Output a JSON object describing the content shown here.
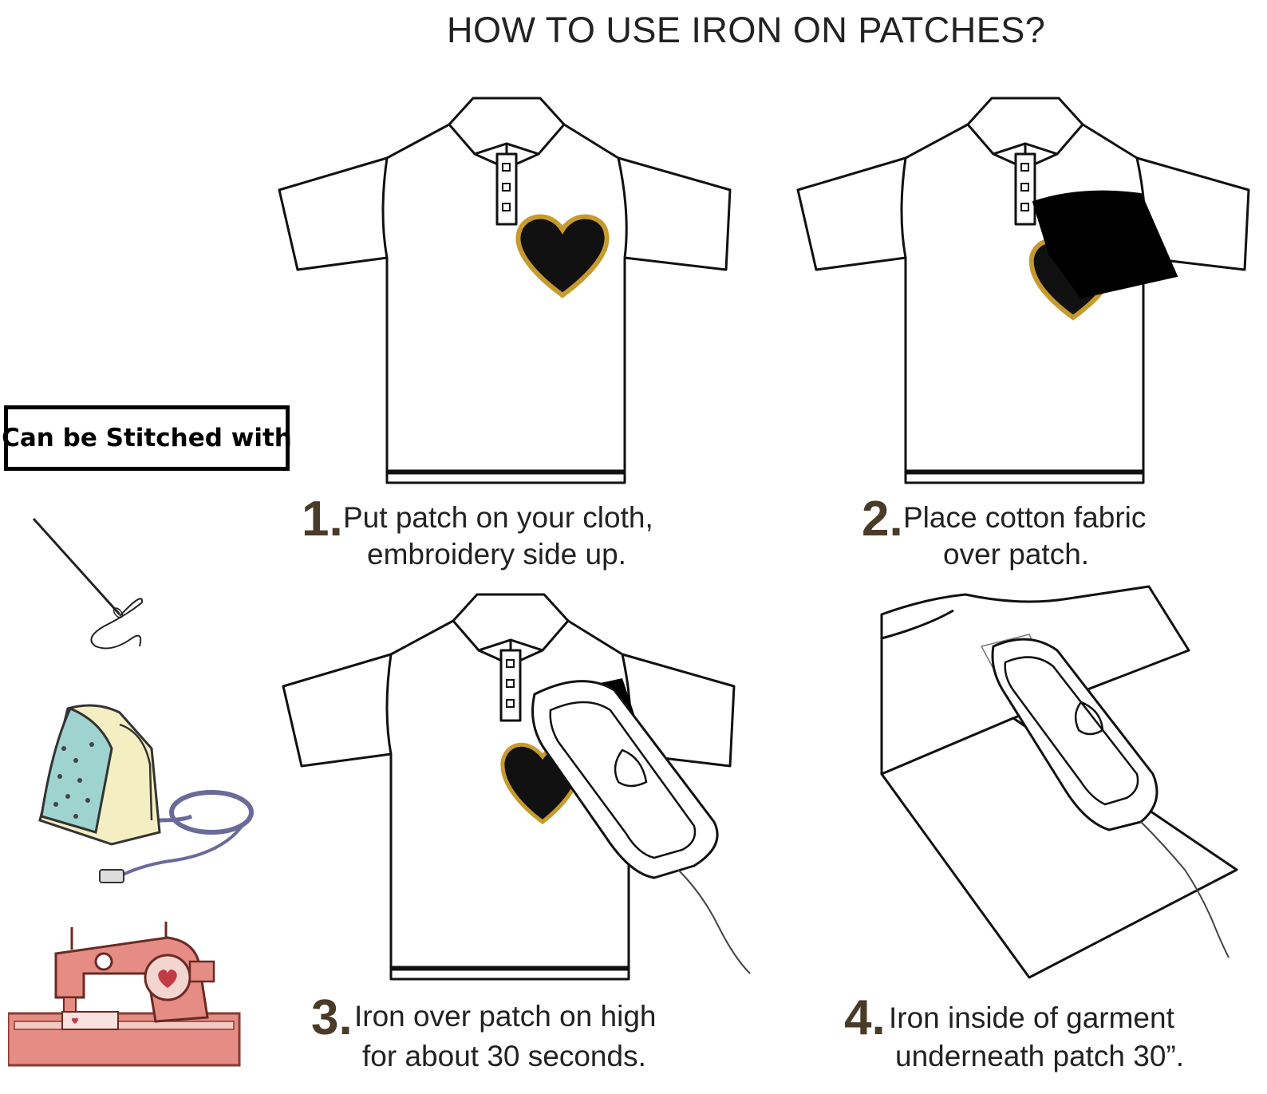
{
  "title": "HOW TO USE IRON ON PATCHES?",
  "stitch_label": "Can be Stitched with",
  "steps": [
    {
      "number": "1.",
      "line1": "Put patch on your cloth,",
      "line2": "embroidery side up."
    },
    {
      "number": "2.",
      "line1": "Place cotton fabric",
      "line2": "over patch."
    },
    {
      "number": "3.",
      "line1": "Iron over patch on high",
      "line2": "for about 30 seconds."
    },
    {
      "number": "4.",
      "line1": "Iron inside of garment",
      "line2": "underneath patch 30”."
    }
  ],
  "side_icons": [
    "needle-and-thread-icon",
    "electric-iron-icon",
    "sewing-machine-icon"
  ],
  "colors": {
    "patch_fill": "#111111",
    "patch_border": "#c79a2e",
    "step_number": "#4a3a28",
    "iron_body": "#f3efc2",
    "iron_plate": "#9ed3d0",
    "iron_cord": "#6a6a9a",
    "sewing_machine": "#e58c84"
  }
}
